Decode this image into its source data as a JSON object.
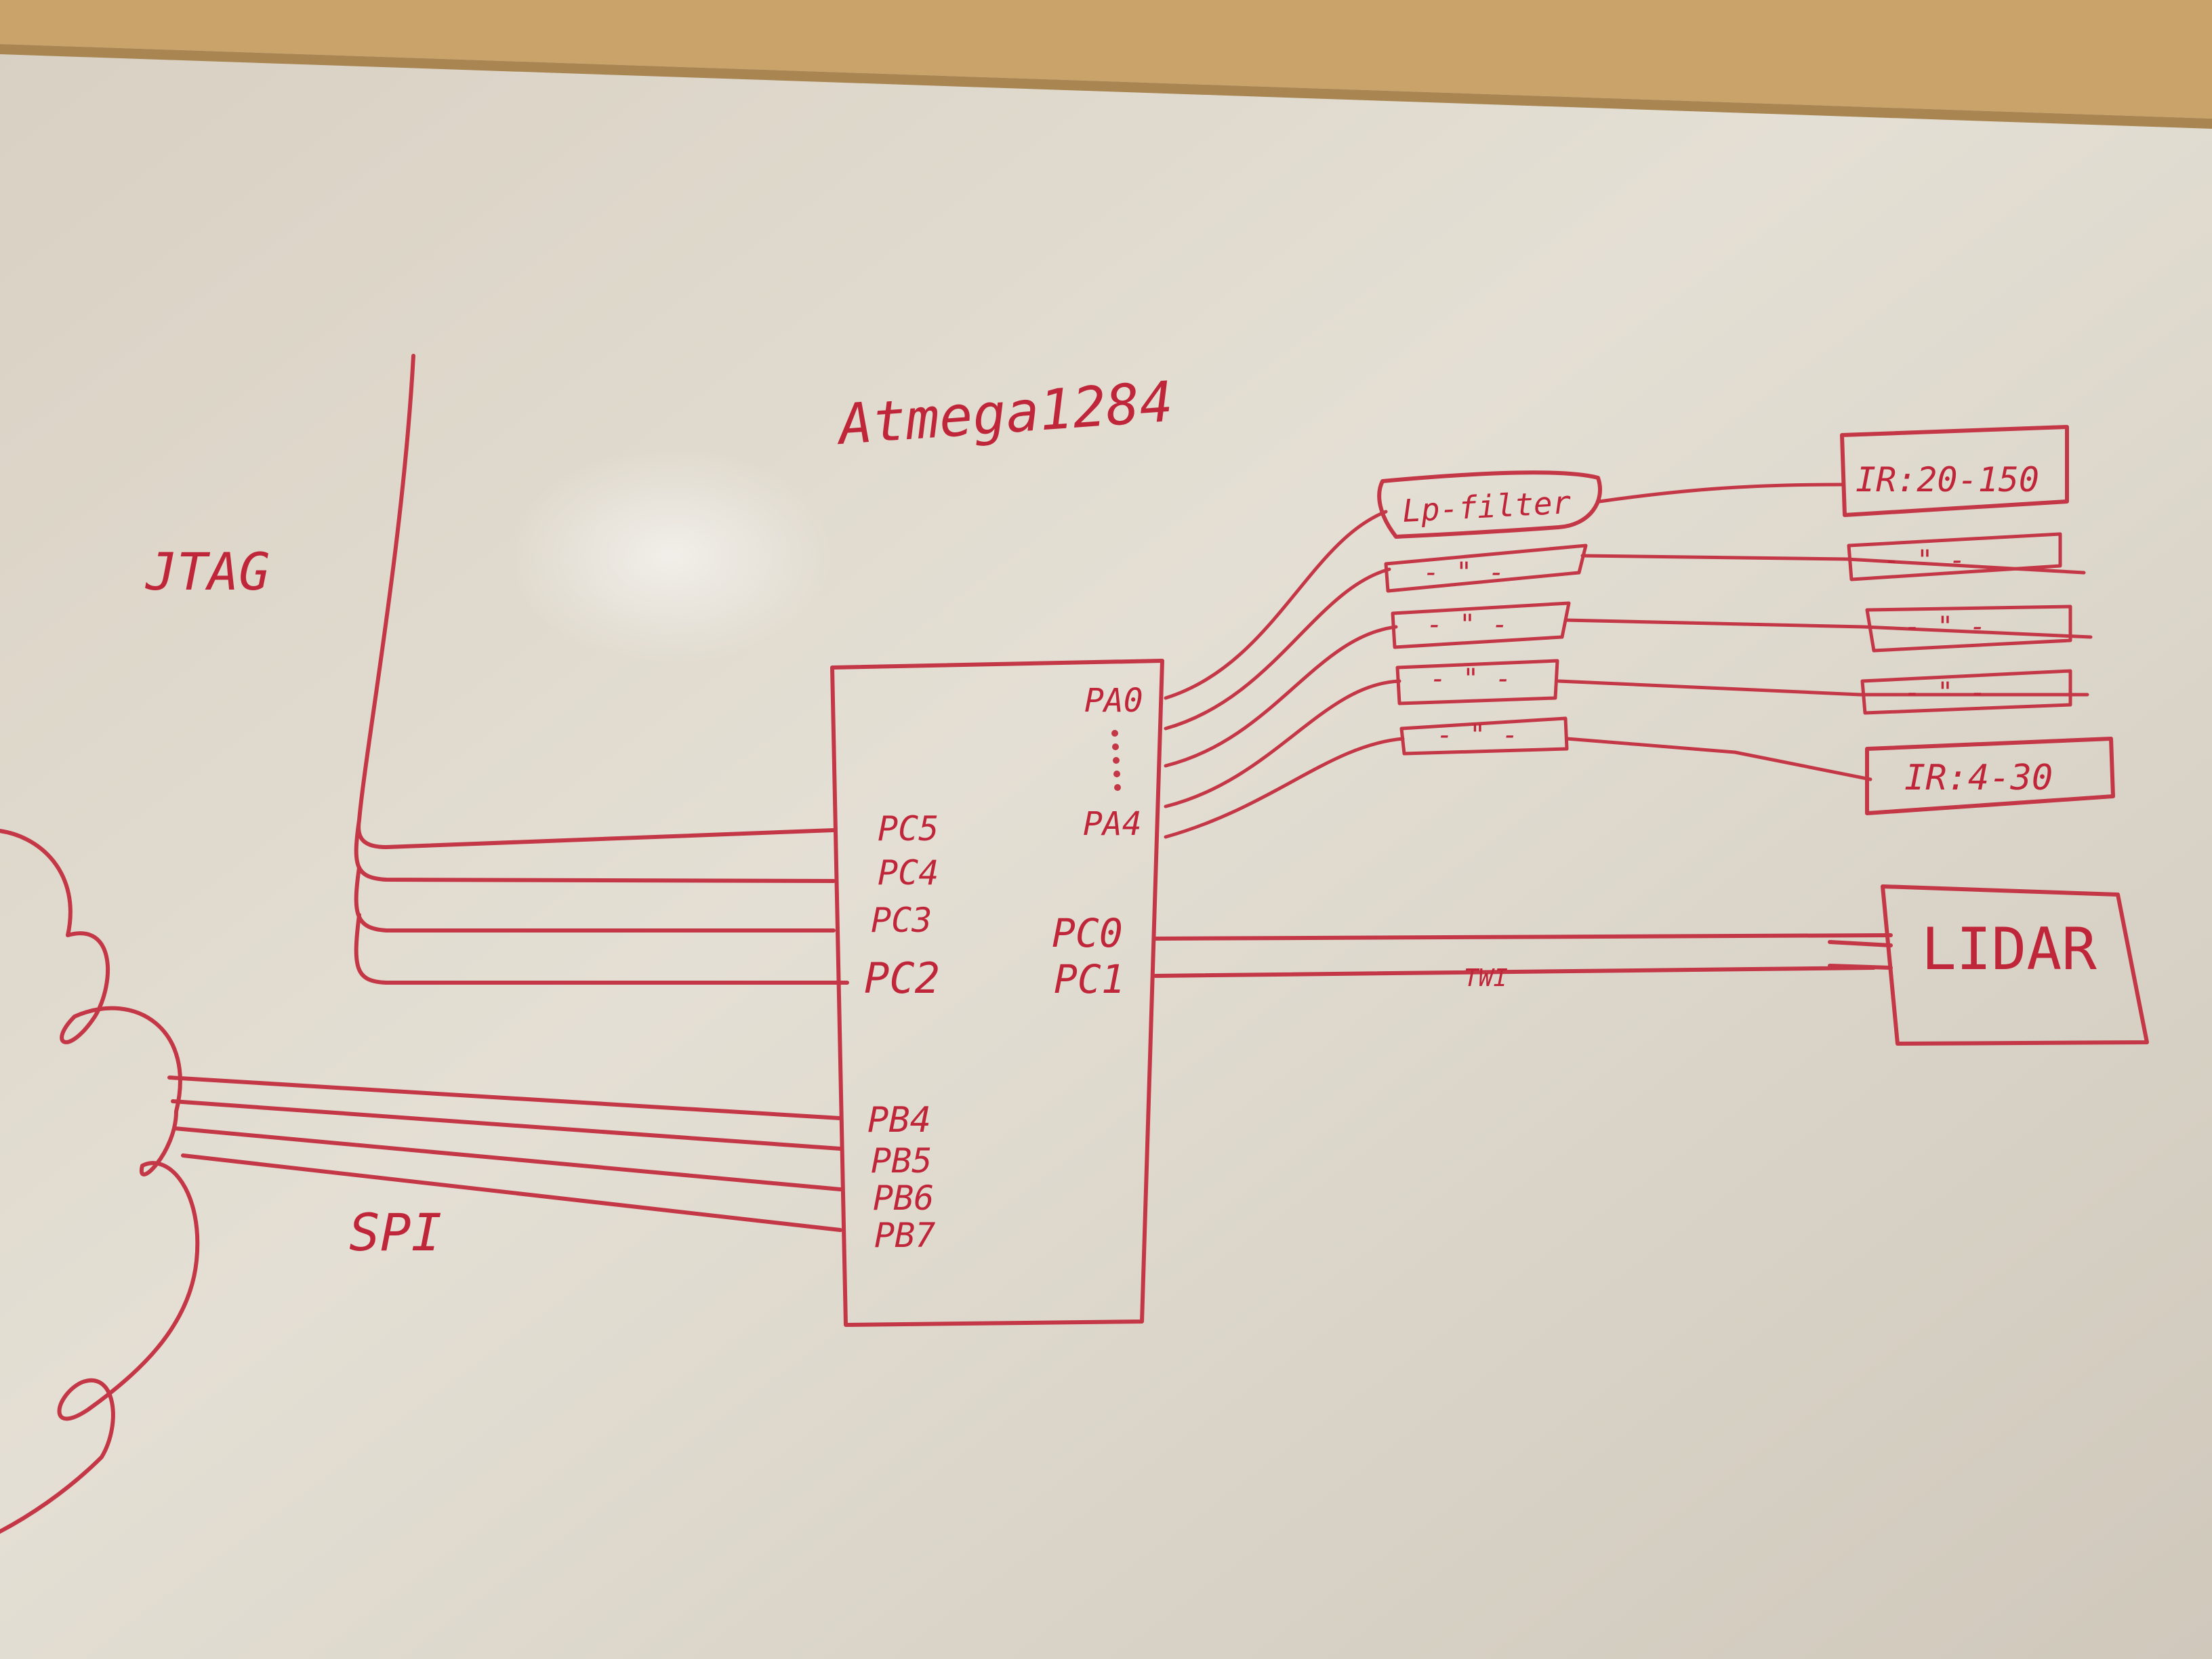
{
  "diagram": {
    "title": "Atmega1284",
    "jtag_label": "JTAG",
    "spi_label": "SPI",
    "twi_label": "TWI",
    "chip": {
      "left_pins": [
        "PC5",
        "PC4",
        "PC3",
        "PC2",
        "PB4",
        "PB5",
        "PB6",
        "PB7"
      ],
      "right_pins": [
        "PA0",
        "PA4",
        "PC0",
        "PC1"
      ]
    },
    "filters": [
      "Lp-filter",
      "- \" -",
      "- \" -",
      "- \" -",
      "- \" -"
    ],
    "sensors": [
      "IR:20-150",
      "- \" -",
      "- \" -",
      "- \" -",
      "IR:4-30"
    ],
    "lidar": "LIDAR"
  },
  "colors": {
    "ink": "#c43746",
    "board": "#e2ddd2",
    "frame": "#c9a36a"
  }
}
